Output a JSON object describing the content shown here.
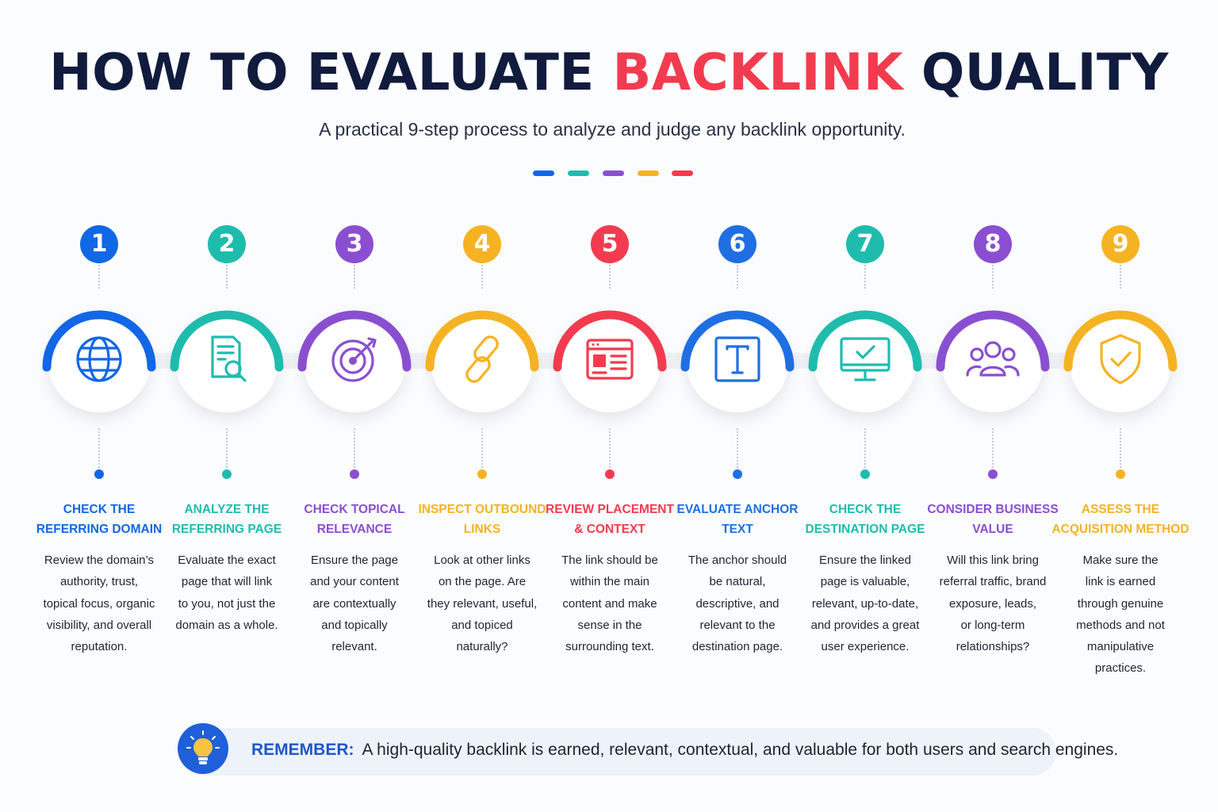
{
  "header": {
    "title_pre": "HOW TO EVALUATE ",
    "title_highlight": "BACKLINK",
    "title_post": " QUALITY",
    "subtitle": "A practical 9-step process to analyze and judge any backlink opportunity."
  },
  "accent_colors": [
    "#1167e5",
    "#1fbcae",
    "#8a4fd0",
    "#f5b323",
    "#f23b4f"
  ],
  "steps": [
    {
      "number": "1",
      "color": "#1167e5",
      "icon": "globe-icon",
      "title_line1": "CHECK THE",
      "title_line2": "REFERRING DOMAIN",
      "desc": [
        "Review the domain’s",
        "authority, trust,",
        "topical focus, organic",
        "visibility, and overall",
        "reputation."
      ]
    },
    {
      "number": "2",
      "color": "#1fbcae",
      "icon": "document-search-icon",
      "title_line1": "ANALYZE THE",
      "title_line2": "REFERRING PAGE",
      "desc": [
        "Evaluate the exact",
        "page that will link",
        "to you, not just the",
        "domain as a whole."
      ]
    },
    {
      "number": "3",
      "color": "#8a4fd0",
      "icon": "target-icon",
      "title_line1": "CHECK TOPICAL",
      "title_line2": "RELEVANCE",
      "desc": [
        "Ensure the page",
        "and your content",
        "are contextually",
        "and topically",
        "relevant."
      ]
    },
    {
      "number": "4",
      "color": "#f5b323",
      "icon": "link-icon",
      "title_line1": "INSPECT OUTBOUND",
      "title_line2": "LINKS",
      "desc": [
        "Look at other links",
        "on the page. Are",
        "they relevant, useful,",
        "and topiced",
        "naturally?"
      ]
    },
    {
      "number": "5",
      "color": "#f23b4f",
      "icon": "browser-layout-icon",
      "title_line1": "REVIEW PLACEMENT",
      "title_line2": "& CONTEXT",
      "desc": [
        "The link should be",
        "within the main",
        "content and make",
        "sense in the",
        "surrounding text."
      ]
    },
    {
      "number": "6",
      "color": "#1f6fe3",
      "icon": "text-box-icon",
      "title_line1": "EVALUATE ANCHOR",
      "title_line2": "TEXT",
      "desc": [
        "The anchor should",
        "be natural,",
        "descriptive, and",
        "relevant to the",
        "destination page."
      ]
    },
    {
      "number": "7",
      "color": "#1fbcae",
      "icon": "monitor-check-icon",
      "title_line1": "CHECK THE",
      "title_line2": "DESTINATION PAGE",
      "desc": [
        "Ensure the linked",
        "page is valuable,",
        "relevant, up-to-date,",
        "and provides a great",
        "user experience."
      ]
    },
    {
      "number": "8",
      "color": "#8a4fd0",
      "icon": "users-icon",
      "title_line1": "CONSIDER BUSINESS",
      "title_line2": "VALUE",
      "desc": [
        "Will this link bring",
        "referral traffic, brand",
        "exposure, leads,",
        "or long-term",
        "relationships?"
      ]
    },
    {
      "number": "9",
      "color": "#f5b323",
      "icon": "shield-check-icon",
      "title_line1": "ASSESS THE",
      "title_line2": "ACQUISITION METHOD",
      "desc": [
        "Make sure the",
        "link is earned",
        "through genuine",
        "methods and not",
        "manipulative",
        "practices."
      ]
    }
  ],
  "remember": {
    "icon": "lightbulb-icon",
    "label": "REMEMBER:",
    "text": "A high-quality backlink is earned, relevant, contextual, and valuable for both users and search engines."
  }
}
